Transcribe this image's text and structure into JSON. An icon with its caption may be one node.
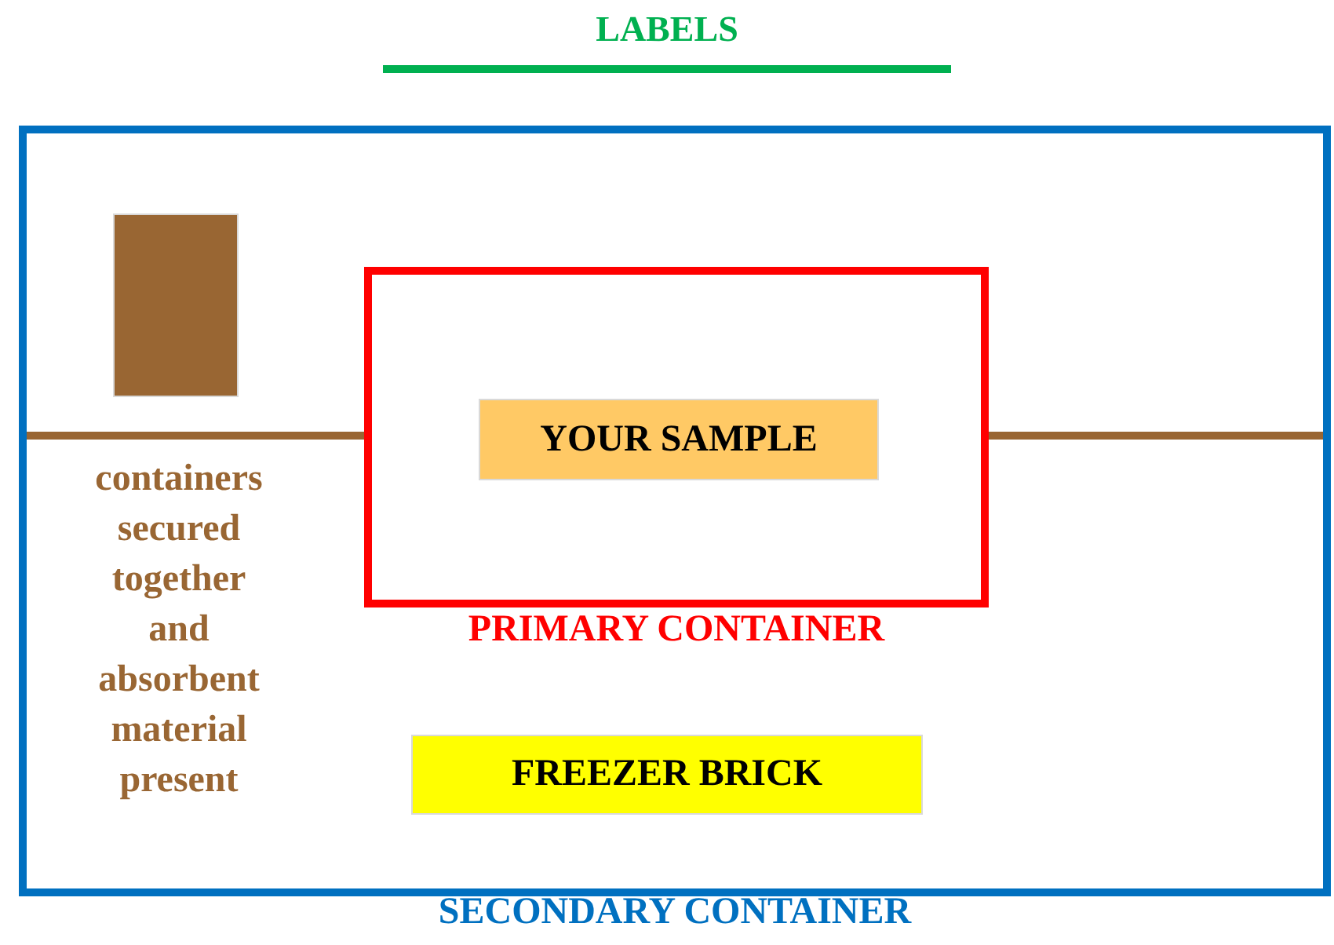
{
  "diagram": {
    "nodes": [
      {
        "text": [
          "SECONDARY CONTAINER"
        ]
      },
      {
        "text": [
          "PRIMARY CONTAINER"
        ],
        "in": 0
      },
      {
        "text": [
          "YOUR SAMPLE"
        ],
        "in": 1
      },
      {
        "text": [],
        "shape": "box",
        "in": 0
      },
      {
        "text": [
          "FREEZER BRICK"
        ],
        "in": 0
      }
    ],
    "edges": [
      {
        "from": 0,
        "to": 1,
        "arrow": "none"
      },
      {
        "from": 1,
        "to": 0,
        "arrow": "none"
      }
    ],
    "labels": [
      "LABELS",
      "containers secured together and absorbent material present"
    ]
  }
}
